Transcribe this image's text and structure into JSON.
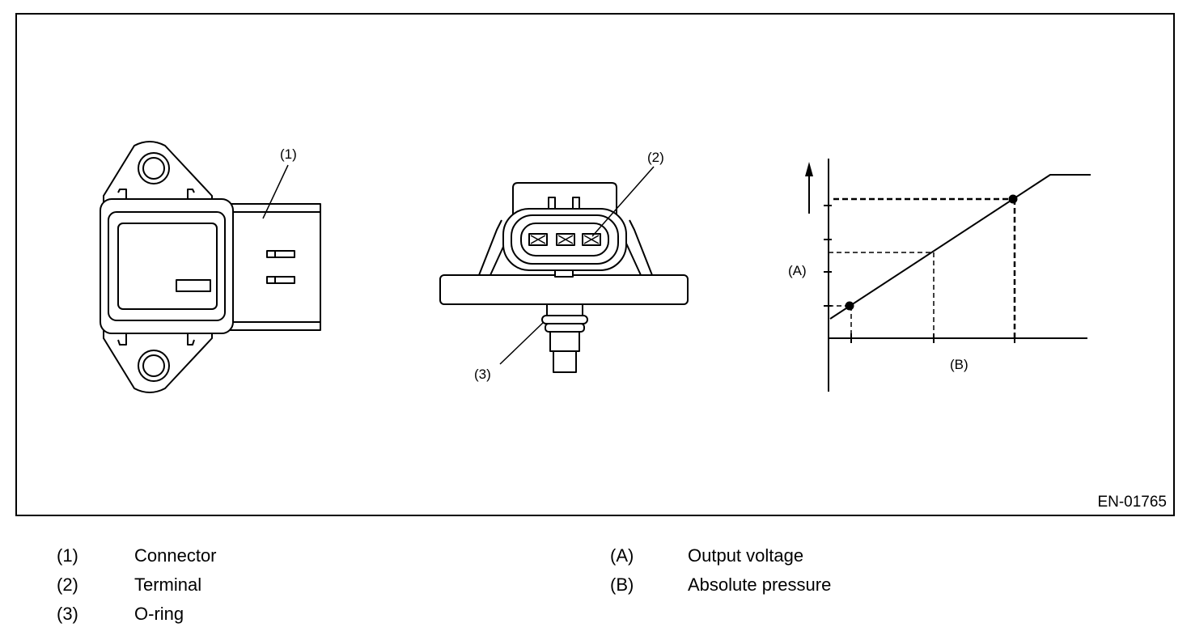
{
  "callouts": {
    "c1": "(1)",
    "c2": "(2)",
    "c3": "(3)",
    "axis_a": "(A)",
    "axis_b": "(B)"
  },
  "figure_id": "EN-01765",
  "legend": [
    {
      "key": "(1)",
      "text": "Connector"
    },
    {
      "key": "(2)",
      "text": "Terminal"
    },
    {
      "key": "(3)",
      "text": "O-ring"
    },
    {
      "key": "(A)",
      "text": "Output voltage"
    },
    {
      "key": "(B)",
      "text": "Absolute pressure"
    }
  ]
}
